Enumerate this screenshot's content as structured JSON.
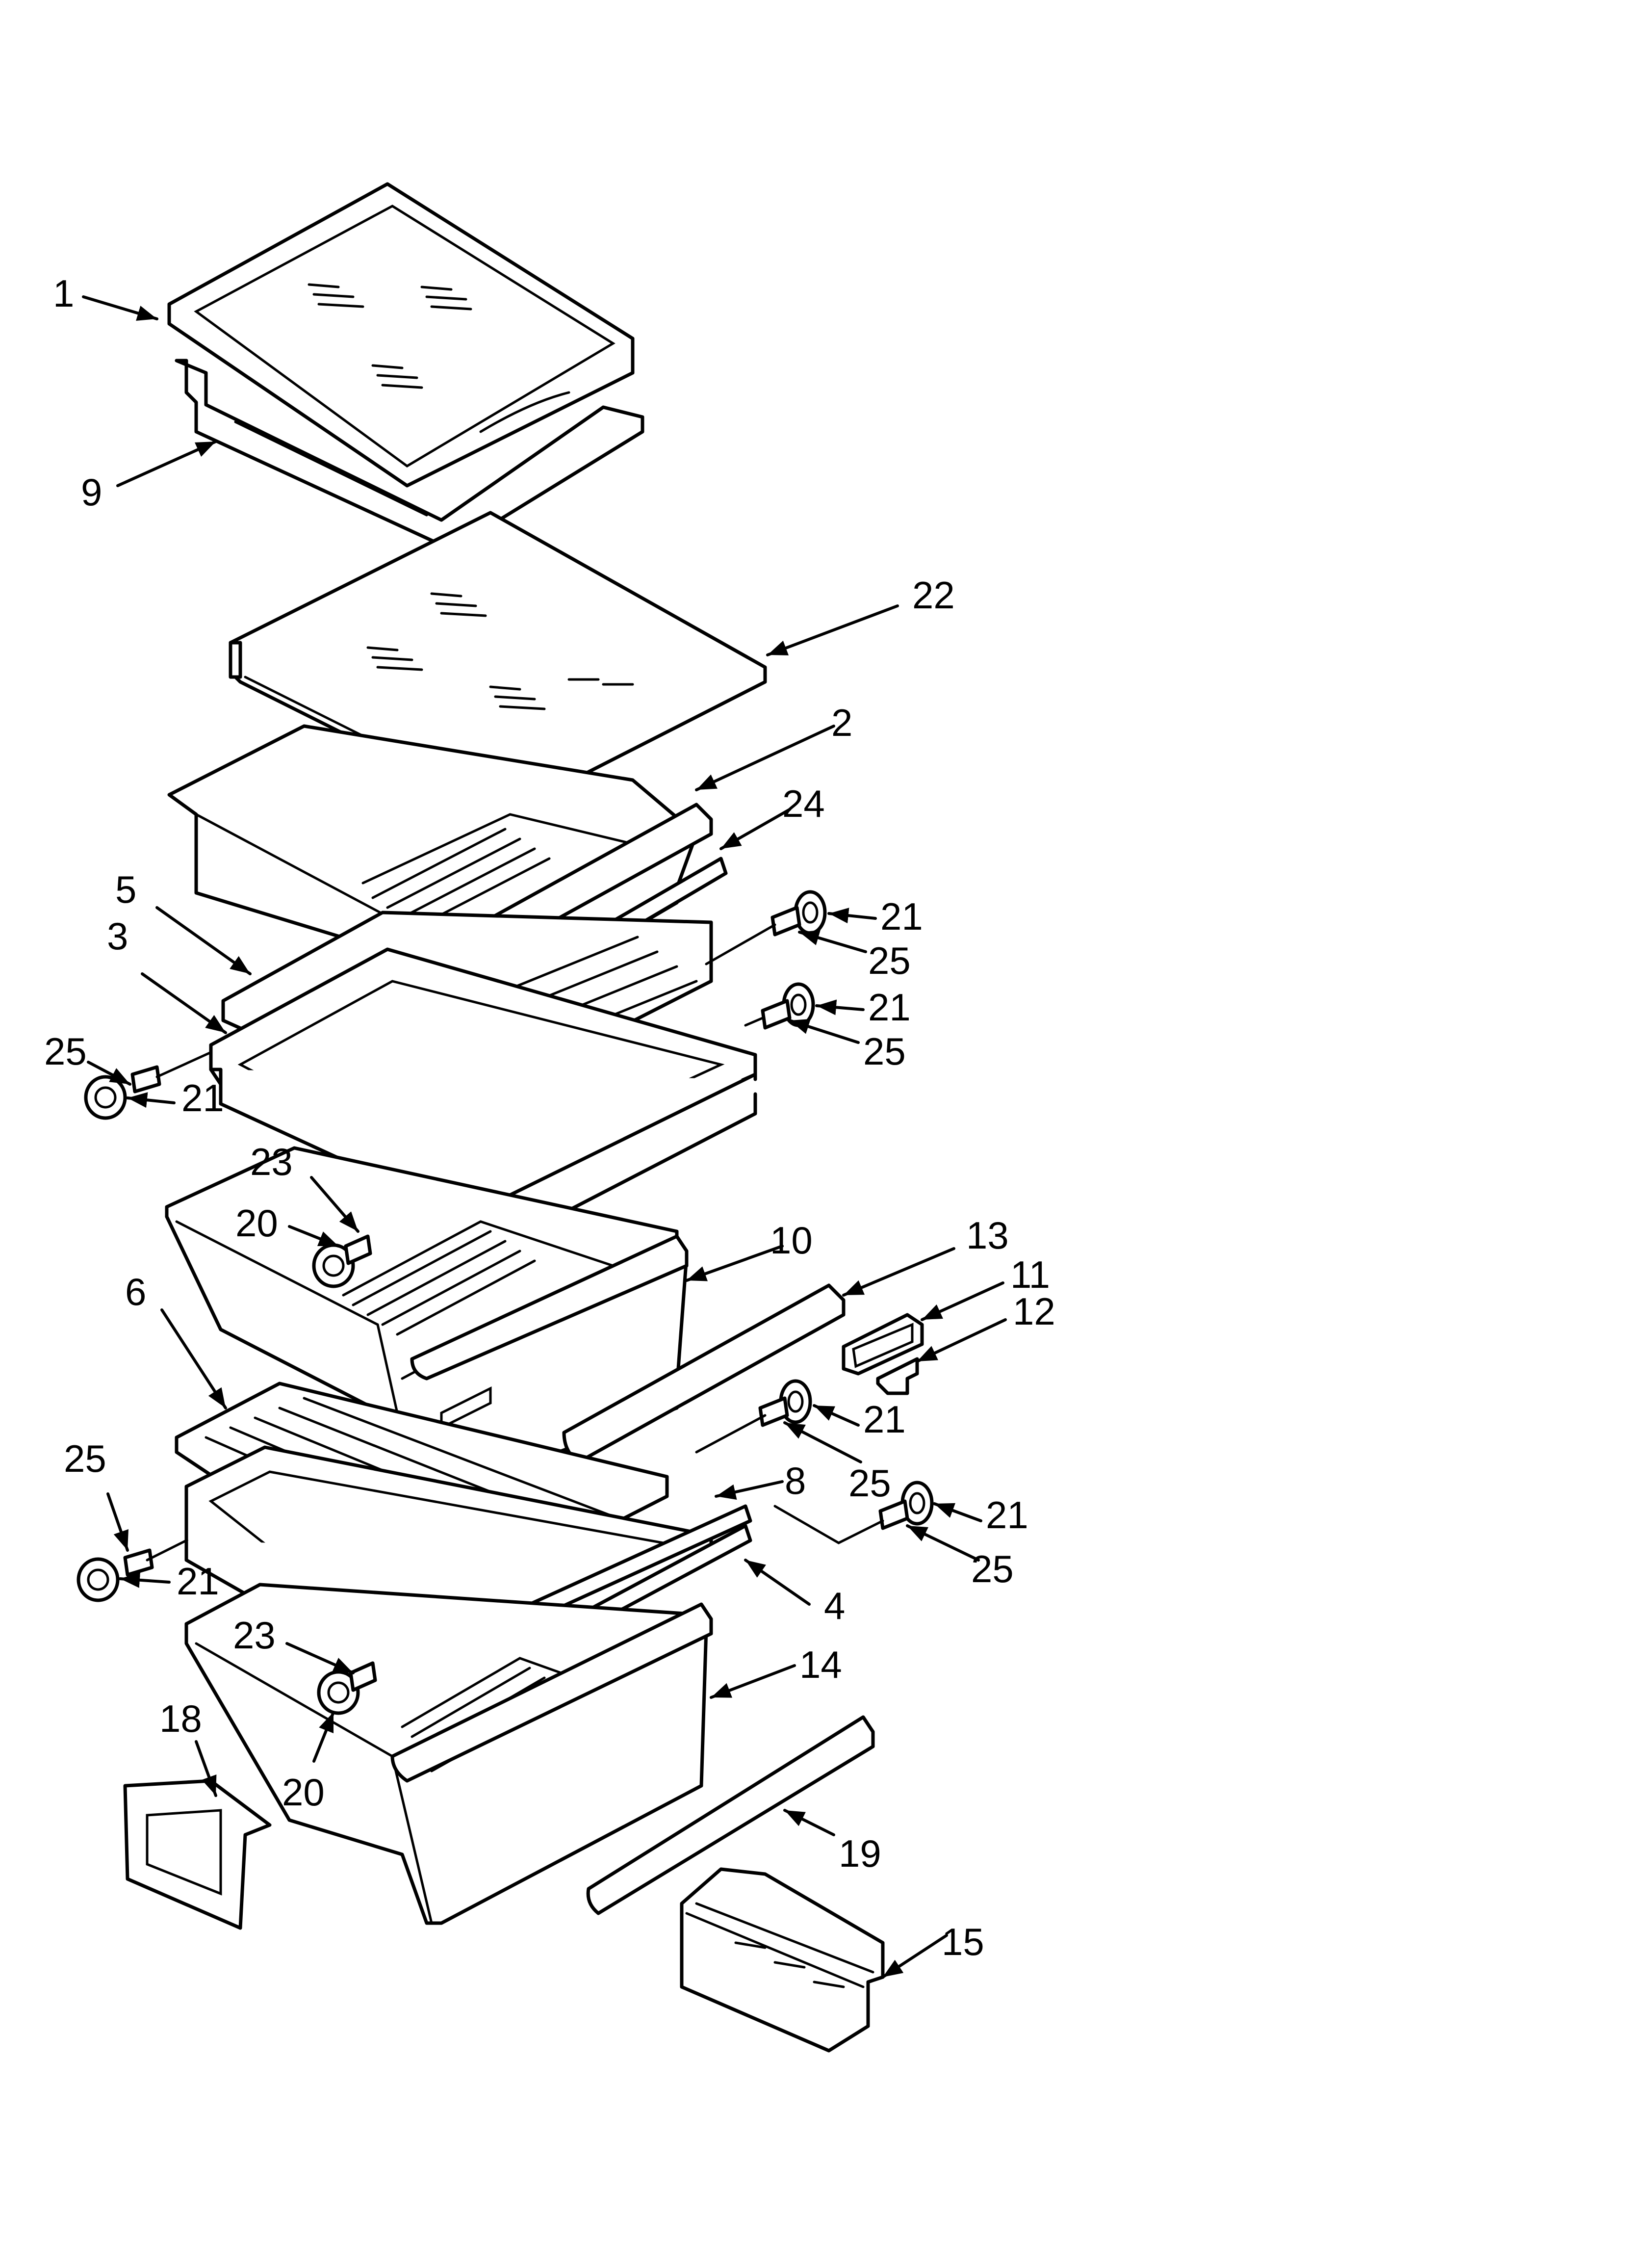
{
  "diagram": {
    "callouts": [
      {
        "id": "c1",
        "label": "1"
      },
      {
        "id": "c9",
        "label": "9"
      },
      {
        "id": "c22",
        "label": "22"
      },
      {
        "id": "c2",
        "label": "2"
      },
      {
        "id": "c24",
        "label": "24"
      },
      {
        "id": "c5",
        "label": "5"
      },
      {
        "id": "c3",
        "label": "3"
      },
      {
        "id": "c21a",
        "label": "21"
      },
      {
        "id": "c25a",
        "label": "25"
      },
      {
        "id": "c21b",
        "label": "21"
      },
      {
        "id": "c25b",
        "label": "25"
      },
      {
        "id": "c25c",
        "label": "25"
      },
      {
        "id": "c21c",
        "label": "21"
      },
      {
        "id": "c23a",
        "label": "23"
      },
      {
        "id": "c20a",
        "label": "20"
      },
      {
        "id": "c10",
        "label": "10"
      },
      {
        "id": "c13",
        "label": "13"
      },
      {
        "id": "c11",
        "label": "11"
      },
      {
        "id": "c12",
        "label": "12"
      },
      {
        "id": "c6",
        "label": "6"
      },
      {
        "id": "c21d",
        "label": "21"
      },
      {
        "id": "c25d",
        "label": "25"
      },
      {
        "id": "c8",
        "label": "8"
      },
      {
        "id": "c21e",
        "label": "21"
      },
      {
        "id": "c25e",
        "label": "25"
      },
      {
        "id": "c25f",
        "label": "25"
      },
      {
        "id": "c21f",
        "label": "21"
      },
      {
        "id": "c4",
        "label": "4"
      },
      {
        "id": "c23b",
        "label": "23"
      },
      {
        "id": "c14",
        "label": "14"
      },
      {
        "id": "c18",
        "label": "18"
      },
      {
        "id": "c20b",
        "label": "20"
      },
      {
        "id": "c19",
        "label": "19"
      },
      {
        "id": "c15",
        "label": "15"
      }
    ]
  }
}
